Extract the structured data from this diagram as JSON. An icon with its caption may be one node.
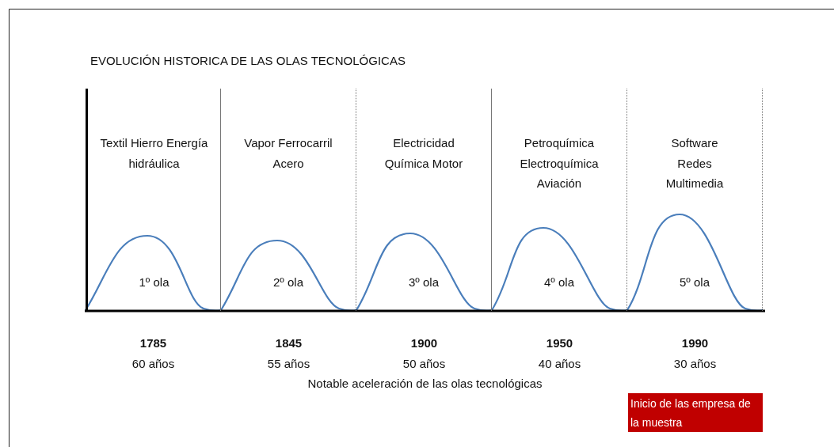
{
  "diagram": {
    "title": "EVOLUCIÓN HISTORICA DE LAS OLAS TECNOLÓGICAS",
    "nodes": [
      {
        "text": [
          "Textil Hierro Energía hidráulica",
          "1º ola"
        ],
        "beside": [
          "1785",
          "60 años"
        ]
      },
      {
        "text": [
          "Vapor Ferrocarril Acero",
          "2º ola"
        ],
        "beside": [
          "1845",
          "55 años"
        ]
      },
      {
        "text": [
          "Electricidad Química Motor",
          "3º ola"
        ],
        "beside": [
          "1900",
          "50 años"
        ]
      },
      {
        "text": [
          "Petroquímica Electroquímica Aviación",
          "4º ola"
        ],
        "beside": [
          "1950",
          "40 años"
        ]
      },
      {
        "text": [
          "Software Redes Multimedia",
          "5º ola"
        ],
        "beside": [
          "1990",
          "30 años"
        ]
      },
      {
        "text": [
          "Inicio de las empresa de la muestra"
        ]
      }
    ],
    "labels": [
      "Notable aceleración de las olas tecnológicas"
    ]
  }
}
